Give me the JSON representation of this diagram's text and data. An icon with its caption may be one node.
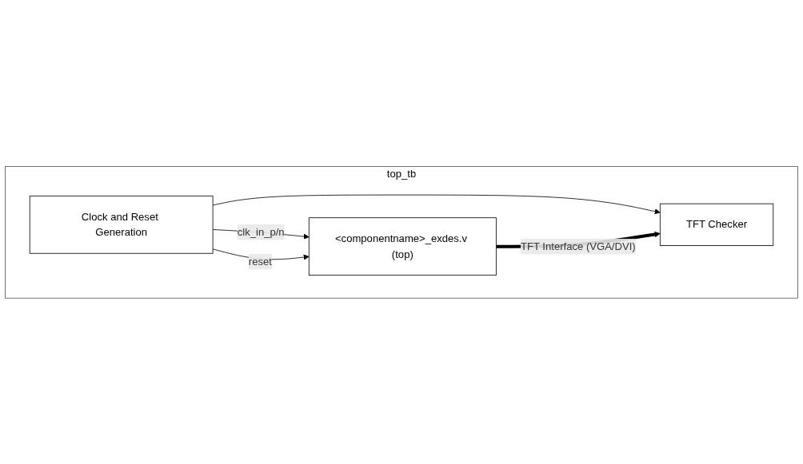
{
  "diagram": {
    "nodes": [
      {
        "text": [
          "top_tb"
        ]
      },
      {
        "text": [
          "Clock and Reset Generation"
        ],
        "in": 0
      },
      {
        "text": [
          "<componentname>_exdes.v (top)"
        ],
        "in": 0
      },
      {
        "text": [
          "TFT Checker"
        ],
        "in": 0
      }
    ],
    "edges": [
      {
        "from": 1,
        "to": 2,
        "arrow": "to",
        "label": "clk_in_p/n"
      },
      {
        "from": 1,
        "to": 2,
        "arrow": "to",
        "label": "reset"
      },
      {
        "from": 1,
        "to": 3,
        "arrow": "to"
      },
      {
        "from": 2,
        "to": 3,
        "arrow": "to",
        "label": "TFT Interface (VGA/DVI)",
        "style": "thick"
      }
    ]
  }
}
